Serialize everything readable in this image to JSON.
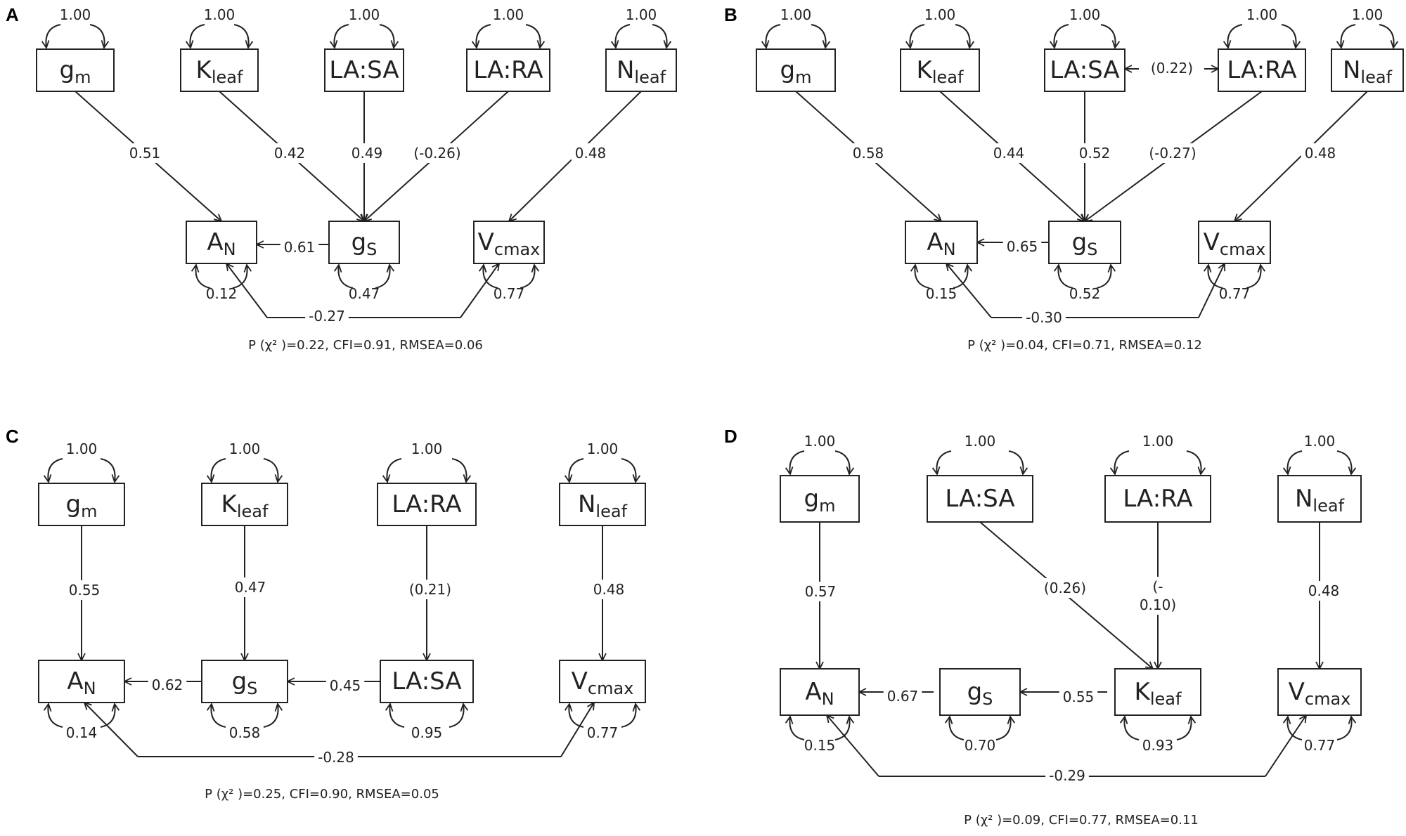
{
  "panels": [
    {
      "label": "A",
      "nodes": {
        "gm": {
          "main": "g",
          "sub": "m",
          "variance": "1.00"
        },
        "kl": {
          "main": "K",
          "sub": "leaf",
          "variance": "1.00"
        },
        "lasa": {
          "main": "LA:SA",
          "sub": "",
          "variance": "1.00"
        },
        "lara": {
          "main": "LA:RA",
          "sub": "",
          "variance": "1.00"
        },
        "nl": {
          "main": "N",
          "sub": "leaf",
          "variance": "1.00"
        },
        "an": {
          "main": "A",
          "sub": "N",
          "variance": "0.12"
        },
        "gs": {
          "main": "g",
          "sub": "S",
          "variance": "0.47"
        },
        "vc": {
          "main": "V",
          "sub": "cmax",
          "variance": "0.77"
        }
      },
      "paths": [
        {
          "from": "gm",
          "to": "an",
          "coef": "0.51"
        },
        {
          "from": "kl",
          "to": "gs",
          "coef": "0.42"
        },
        {
          "from": "lasa",
          "to": "gs",
          "coef": "0.49"
        },
        {
          "from": "lara",
          "to": "gs",
          "coef": "(-0.26)"
        },
        {
          "from": "nl",
          "to": "vc",
          "coef": "0.48"
        },
        {
          "from": "gs",
          "to": "an",
          "coef": "0.61"
        }
      ],
      "correlation": {
        "between": [
          "an",
          "vc"
        ],
        "coef": "-0.27"
      },
      "fit": "P (χ² )=0.22, CFI=0.91, RMSEA=0.06"
    },
    {
      "label": "B",
      "nodes": {
        "gm": {
          "main": "g",
          "sub": "m",
          "variance": "1.00"
        },
        "kl": {
          "main": "K",
          "sub": "leaf",
          "variance": "1.00"
        },
        "lasa": {
          "main": "LA:SA",
          "sub": "",
          "variance": "1.00"
        },
        "lara": {
          "main": "LA:RA",
          "sub": "",
          "variance": "1.00"
        },
        "nl": {
          "main": "N",
          "sub": "leaf",
          "variance": "1.00"
        },
        "an": {
          "main": "A",
          "sub": "N",
          "variance": "0.15"
        },
        "gs": {
          "main": "g",
          "sub": "S",
          "variance": "0.52"
        },
        "vc": {
          "main": "V",
          "sub": "cmax",
          "variance": "0.77"
        }
      },
      "paths": [
        {
          "from": "gm",
          "to": "an",
          "coef": "0.58"
        },
        {
          "from": "kl",
          "to": "gs",
          "coef": "0.44"
        },
        {
          "from": "lasa",
          "to": "gs",
          "coef": "0.52"
        },
        {
          "from": "lara",
          "to": "gs",
          "coef": "(-0.27)"
        },
        {
          "from": "nl",
          "to": "vc",
          "coef": "0.48"
        },
        {
          "from": "gs",
          "to": "an",
          "coef": "0.65"
        }
      ],
      "covariance": {
        "between": [
          "lasa",
          "lara"
        ],
        "coef": "(0.22)"
      },
      "correlation": {
        "between": [
          "an",
          "vc"
        ],
        "coef": "-0.30"
      },
      "fit": "P (χ² )=0.04, CFI=0.71, RMSEA=0.12"
    },
    {
      "label": "C",
      "nodes": {
        "gm": {
          "main": "g",
          "sub": "m",
          "variance": "1.00"
        },
        "kl": {
          "main": "K",
          "sub": "leaf",
          "variance": "1.00"
        },
        "lara": {
          "main": "LA:RA",
          "sub": "",
          "variance": "1.00"
        },
        "nl": {
          "main": "N",
          "sub": "leaf",
          "variance": "1.00"
        },
        "an": {
          "main": "A",
          "sub": "N",
          "variance": "0.14"
        },
        "gs": {
          "main": "g",
          "sub": "S",
          "variance": "0.58"
        },
        "lasa": {
          "main": "LA:SA",
          "sub": "",
          "variance": "0.95"
        },
        "vc": {
          "main": "V",
          "sub": "cmax",
          "variance": "0.77"
        }
      },
      "paths": [
        {
          "from": "gm",
          "to": "an",
          "coef": "0.55"
        },
        {
          "from": "kl",
          "to": "gs",
          "coef": "0.47"
        },
        {
          "from": "lara",
          "to": "lasa",
          "coef": "(0.21)"
        },
        {
          "from": "nl",
          "to": "vc",
          "coef": "0.48"
        },
        {
          "from": "gs",
          "to": "an",
          "coef": "0.62"
        },
        {
          "from": "lasa",
          "to": "gs",
          "coef": "0.45"
        }
      ],
      "correlation": {
        "between": [
          "an",
          "vc"
        ],
        "coef": "-0.28"
      },
      "fit": "P (χ² )=0.25, CFI=0.90, RMSEA=0.05"
    },
    {
      "label": "D",
      "nodes": {
        "gm": {
          "main": "g",
          "sub": "m",
          "variance": "1.00"
        },
        "lasa": {
          "main": "LA:SA",
          "sub": "",
          "variance": "1.00"
        },
        "lara": {
          "main": "LA:RA",
          "sub": "",
          "variance": "1.00"
        },
        "nl": {
          "main": "N",
          "sub": "leaf",
          "variance": "1.00"
        },
        "an": {
          "main": "A",
          "sub": "N",
          "variance": "0.15"
        },
        "gs": {
          "main": "g",
          "sub": "S",
          "variance": "0.70"
        },
        "kl": {
          "main": "K",
          "sub": "leaf",
          "variance": "0.93"
        },
        "vc": {
          "main": "V",
          "sub": "cmax",
          "variance": "0.77"
        }
      },
      "paths": [
        {
          "from": "gm",
          "to": "an",
          "coef": "0.57"
        },
        {
          "from": "lasa",
          "to": "kl",
          "coef": "(0.26)"
        },
        {
          "from": "lara",
          "to": "kl",
          "coef": "(-\n0.10)"
        },
        {
          "from": "nl",
          "to": "vc",
          "coef": "0.48"
        },
        {
          "from": "gs",
          "to": "an",
          "coef": "0.67"
        },
        {
          "from": "kl",
          "to": "gs",
          "coef": "0.55"
        }
      ],
      "correlation": {
        "between": [
          "an",
          "vc"
        ],
        "coef": "-0.29"
      },
      "fit": "P (χ² )=0.09, CFI=0.77, RMSEA=0.11"
    }
  ]
}
